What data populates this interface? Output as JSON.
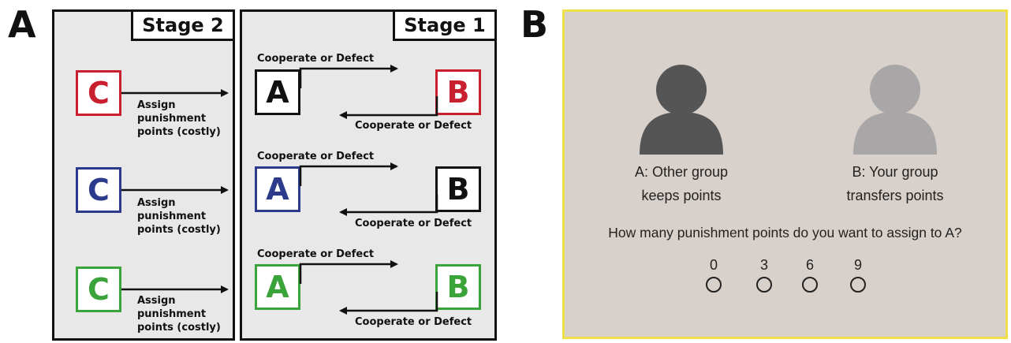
{
  "panel_a": {
    "letter": "A",
    "stage2": {
      "title": "Stage 2",
      "rows": [
        {
          "letter": "C",
          "color": "#c8202e",
          "label_lines": [
            "Assign",
            "punishment",
            "points (costly)"
          ]
        },
        {
          "letter": "C",
          "color": "#2c3a8c",
          "label_lines": [
            "Assign",
            "punishment",
            "points (costly)"
          ]
        },
        {
          "letter": "C",
          "color": "#3aa33a",
          "label_lines": [
            "Assign",
            "punishment",
            "points (costly)"
          ]
        }
      ]
    },
    "stage1": {
      "title": "Stage 1",
      "rows": [
        {
          "left": "A",
          "left_color": "#111111",
          "right": "B",
          "right_color": "#c8202e",
          "top_label": "Cooperate or Defect",
          "bottom_label": "Cooperate or Defect"
        },
        {
          "left": "A",
          "left_color": "#2c3a8c",
          "right": "B",
          "right_color": "#111111",
          "top_label": "Cooperate or Defect",
          "bottom_label": "Cooperate or Defect"
        },
        {
          "left": "A",
          "left_color": "#3aa33a",
          "right": "B",
          "right_color": "#3aa33a",
          "top_label": "Cooperate or Defect",
          "bottom_label": "Cooperate or Defect"
        }
      ]
    }
  },
  "panel_b": {
    "letter": "B",
    "person_a": {
      "line1": "A: Other group",
      "line2": "keeps points",
      "color": "#555555"
    },
    "person_b": {
      "line1": "B: Your group",
      "line2": "transfers points",
      "color": "#a8a6a6"
    },
    "question": "How many punishment points do you want to assign to A?",
    "options": [
      "0",
      "3",
      "6",
      "9"
    ]
  }
}
